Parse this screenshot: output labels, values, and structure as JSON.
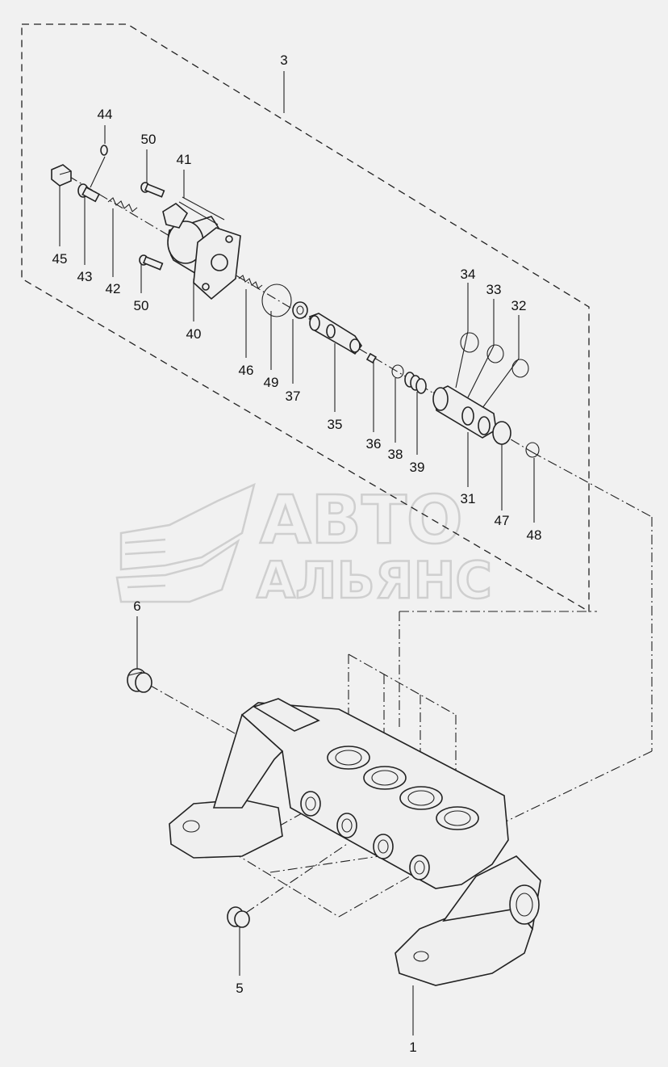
{
  "watermark": {
    "line1": "АВТО",
    "line2": "АЛЬЯНС"
  },
  "callouts": [
    {
      "id": "c3",
      "text": "3"
    },
    {
      "id": "c44",
      "text": "44"
    },
    {
      "id": "c50a",
      "text": "50"
    },
    {
      "id": "c41",
      "text": "41"
    },
    {
      "id": "c45",
      "text": "45"
    },
    {
      "id": "c43",
      "text": "43"
    },
    {
      "id": "c42",
      "text": "42"
    },
    {
      "id": "c50b",
      "text": "50"
    },
    {
      "id": "c40",
      "text": "40"
    },
    {
      "id": "c46",
      "text": "46"
    },
    {
      "id": "c49",
      "text": "49"
    },
    {
      "id": "c37",
      "text": "37"
    },
    {
      "id": "c35",
      "text": "35"
    },
    {
      "id": "c36",
      "text": "36"
    },
    {
      "id": "c38",
      "text": "38"
    },
    {
      "id": "c39",
      "text": "39"
    },
    {
      "id": "c34",
      "text": "34"
    },
    {
      "id": "c33",
      "text": "33"
    },
    {
      "id": "c32",
      "text": "32"
    },
    {
      "id": "c31",
      "text": "31"
    },
    {
      "id": "c47",
      "text": "47"
    },
    {
      "id": "c48",
      "text": "48"
    },
    {
      "id": "c6",
      "text": "6"
    },
    {
      "id": "c5",
      "text": "5"
    },
    {
      "id": "c1",
      "text": "1"
    }
  ]
}
